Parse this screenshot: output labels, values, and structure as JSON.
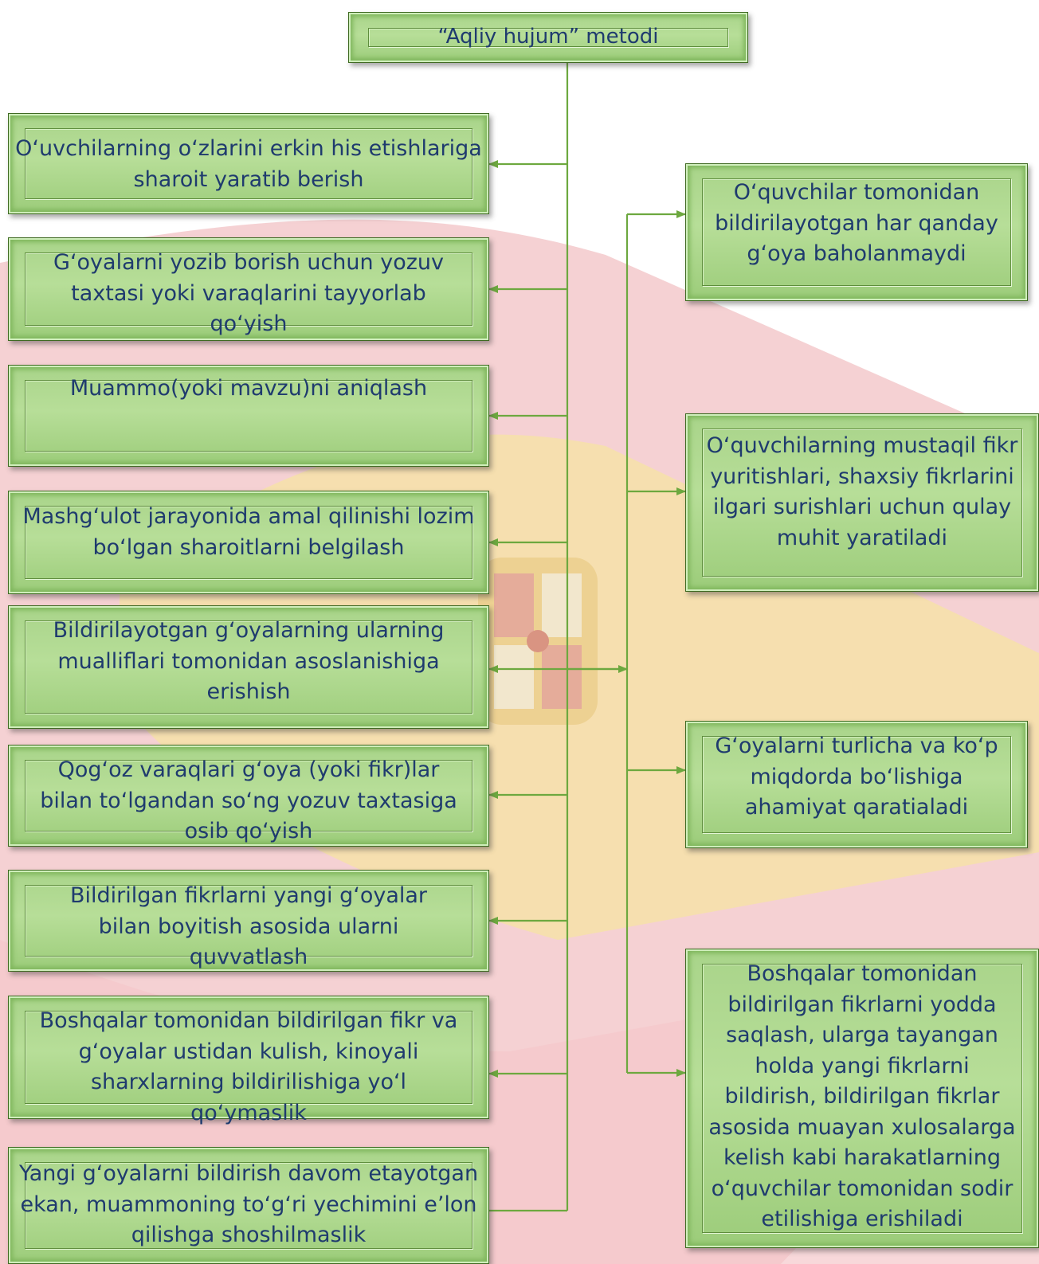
{
  "colors": {
    "text": "#1f3b6e",
    "box_fill": "#b3db93",
    "box_border": "#3f6a22",
    "connector": "#6da83f",
    "background_red": "#f0b8bc",
    "background_yellow": "#f6e0a2"
  },
  "title": "“Aqliy hujum” metodi",
  "left_items": [
    "O‘uvchilarning o‘zlarini erkin his etishlariga sharoit yaratib berish",
    "G‘oyalarni yozib borish uchun yozuv taxtasi yoki varaqlarini tayyorlab qo‘yish",
    "Muammo(yoki mavzu)ni aniqlash",
    "Mashg‘ulot jarayonida amal qilinishi lozim bo‘lgan sharoitlarni belgilash",
    "Bildirilayotgan g‘oyalarning ularning mualliflari tomonidan asoslanishiga erishish",
    "Qog‘oz varaqlari g‘oya (yoki fikr)lar bilan to‘lgandan so‘ng yozuv taxtasiga osib qo‘yish",
    "Bildirilgan fikrlarni yangi g‘oyalar bilan boyitish asosida ularni quvvatlash",
    "Boshqalar tomonidan bildirilgan fikr va g‘oyalar ustidan kulish, kinoyali sharxlarning bildirilishiga yo‘l qo‘ymaslik",
    "Yangi g‘oyalarni bildirish davom etayotgan ekan, muammoning to‘g‘ri yechimini e’lon qilishga shoshilmaslik"
  ],
  "right_items": [
    "O‘quvchilar tomonidan bildirilayotgan har qanday g‘oya baholanmaydi",
    "O‘quvchilarning mustaqil fikr yuritishlari, shaxsiy fikrlarini ilgari surishlari uchun qulay muhit yaratiladi",
    "G‘oyalarni turlicha va ko‘p miqdorda bo‘lishiga ahamiyat qaratialadi",
    "Boshqalar tomonidan bildirilgan fikrlarni yodda saqlash, ularga tayangan holda yangi fikrlarni bildirish, bildirilgan fikrlar asosida muayan xulosalarga kelish kabi harakatlarning o‘quvchilar tomonidan sodir etilishiga erishiladi"
  ]
}
